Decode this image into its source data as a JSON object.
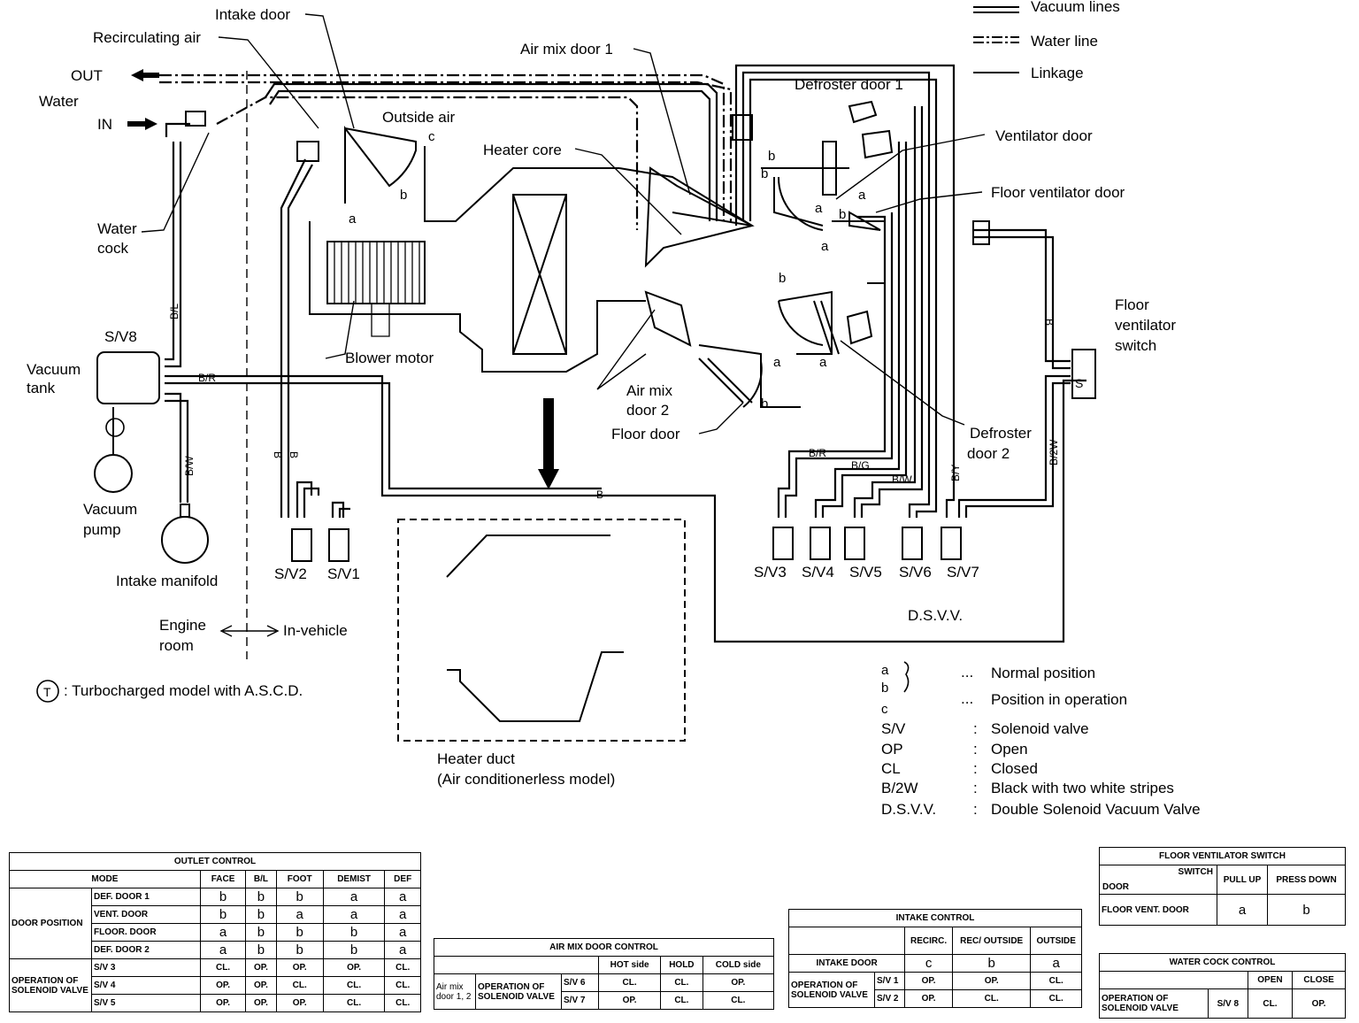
{
  "diagram": {
    "labels": {
      "out": "OUT",
      "in": "IN",
      "water": "Water",
      "recirculating_air": "Recirculating air",
      "intake_door": "Intake door",
      "outside_air": "Outside air",
      "water_cock_1": "Water",
      "water_cock_2": "cock",
      "air_mix_door_1": "Air mix door 1",
      "heater_core": "Heater core",
      "blower_motor": "Blower motor",
      "defroster_door_1": "Defroster door 1",
      "ventilator_door": "Ventilator door",
      "floor_ventilator_door": "Floor ventilator door",
      "floor_ventilator_switch_1": "Floor",
      "floor_ventilator_switch_2": "ventilator",
      "floor_ventilator_switch_3": "switch",
      "defroster_door_2_1": "Defroster",
      "defroster_door_2_2": "door 2",
      "air_mix_door_2_1": "Air mix",
      "air_mix_door_2_2": "door 2",
      "floor_door": "Floor door",
      "sv8": "S/V8",
      "vacuum_tank_1": "Vacuum",
      "vacuum_tank_2": "tank",
      "vacuum_pump_1": "Vacuum",
      "vacuum_pump_2": "pump",
      "intake_manifold": "Intake manifold",
      "sv2": "S/V2",
      "sv1": "S/V1",
      "sv3": "S/V3",
      "sv4": "S/V4",
      "sv5": "S/V5",
      "sv6": "S/V6",
      "sv7": "S/V7",
      "dsvv": "D.S.V.V.",
      "engine_room_1": "Engine",
      "engine_room_2": "room",
      "in_vehicle": "In-vehicle",
      "turbo_symbol": "T",
      "turbo_note": ":  Turbocharged model with A.S.C.D.",
      "heater_duct_1": "Heater duct",
      "heater_duct_2": "(Air conditionerless model)",
      "switch_s": "S"
    },
    "wire_codes": {
      "b_l": "B/L",
      "b_r": "B/R",
      "b_w": "B/W",
      "b": "B",
      "b_r2": "B/R",
      "b_g": "B/G",
      "b_w2": "B/W",
      "b_y": "B/Y",
      "b_2w": "B/2W",
      "b_left1": "B",
      "b_left2": "B",
      "b_right": "B"
    },
    "door_positions": {
      "a": "a",
      "b": "b",
      "c": "c"
    }
  },
  "legend": {
    "vacuum_lines": "Vacuum lines",
    "water_line": "Water line",
    "linkage": "Linkage"
  },
  "key": {
    "a": "a",
    "b": "b",
    "c": "c",
    "dots1": "...",
    "dots2": "...",
    "normal_position": "Normal position",
    "position_in_operation": "Position in operation",
    "rows": [
      {
        "term": "S/V",
        "sep": ":",
        "meaning": "Solenoid valve"
      },
      {
        "term": "OP",
        "sep": ":",
        "meaning": "Open"
      },
      {
        "term": "CL",
        "sep": ":",
        "meaning": "Closed"
      },
      {
        "term": "B/2W",
        "sep": ":",
        "meaning": "Black with two white stripes"
      },
      {
        "term": "D.S.V.V.",
        "sep": ":",
        "meaning": "Double Solenoid Vacuum Valve"
      }
    ]
  },
  "outlet_control": {
    "title": "OUTLET CONTROL",
    "mode_label": "MODE",
    "modes": [
      "FACE",
      "B/L",
      "FOOT",
      "DEMIST",
      "DEF"
    ],
    "door_position_label": "DOOR POSITION",
    "door_rows": [
      {
        "name": "DEF. DOOR 1",
        "values": [
          "b",
          "b",
          "b",
          "a",
          "a"
        ]
      },
      {
        "name": "VENT. DOOR",
        "values": [
          "b",
          "b",
          "a",
          "a",
          "a"
        ]
      },
      {
        "name": "FLOOR. DOOR",
        "values": [
          "a",
          "b",
          "b",
          "b",
          "a"
        ]
      },
      {
        "name": "DEF. DOOR 2",
        "values": [
          "a",
          "b",
          "b",
          "b",
          "a"
        ]
      }
    ],
    "operation_label": "OPERATION OF SOLENOID VALVE",
    "valve_rows": [
      {
        "name": "S/V 3",
        "values": [
          "CL.",
          "OP.",
          "OP.",
          "OP.",
          "CL."
        ]
      },
      {
        "name": "S/V 4",
        "values": [
          "OP.",
          "OP.",
          "CL.",
          "CL.",
          "CL."
        ]
      },
      {
        "name": "S/V 5",
        "values": [
          "OP.",
          "OP.",
          "OP.",
          "CL.",
          "CL."
        ]
      }
    ]
  },
  "air_mix_control": {
    "title": "AIR MIX DOOR CONTROL",
    "cols": [
      "HOT side",
      "HOLD",
      "COLD side"
    ],
    "door_label": "Air mix door 1, 2",
    "operation_label": "OPERATION OF SOLENOID VALVE",
    "rows": [
      {
        "name": "S/V 6",
        "values": [
          "CL.",
          "CL.",
          "OP."
        ]
      },
      {
        "name": "S/V 7",
        "values": [
          "OP.",
          "CL.",
          "CL."
        ]
      }
    ]
  },
  "intake_control": {
    "title": "INTAKE CONTROL",
    "cols": [
      "RECIRC.",
      "REC/ OUTSIDE",
      "OUTSIDE"
    ],
    "intake_door_label": "INTAKE DOOR",
    "intake_door_values": [
      "c",
      "b",
      "a"
    ],
    "operation_label": "OPERATION OF SOLENOID VALVE",
    "rows": [
      {
        "name": "S/V 1",
        "values": [
          "OP.",
          "OP.",
          "CL."
        ]
      },
      {
        "name": "S/V 2",
        "values": [
          "OP.",
          "CL.",
          "CL."
        ]
      }
    ]
  },
  "floor_switch_control": {
    "title": "FLOOR VENTILATOR SWITCH",
    "switch_label": "SWITCH",
    "door_label": "DOOR",
    "cols": [
      "PULL UP",
      "PRESS DOWN"
    ],
    "row_name": "FLOOR VENT. DOOR",
    "values": [
      "a",
      "b"
    ]
  },
  "water_cock_control": {
    "title": "WATER COCK CONTROL",
    "cols": [
      "OPEN",
      "CLOSE"
    ],
    "operation_label": "OPERATION OF SOLENOID VALVE",
    "valve": "S/V 8",
    "values": [
      "CL.",
      "OP."
    ]
  }
}
